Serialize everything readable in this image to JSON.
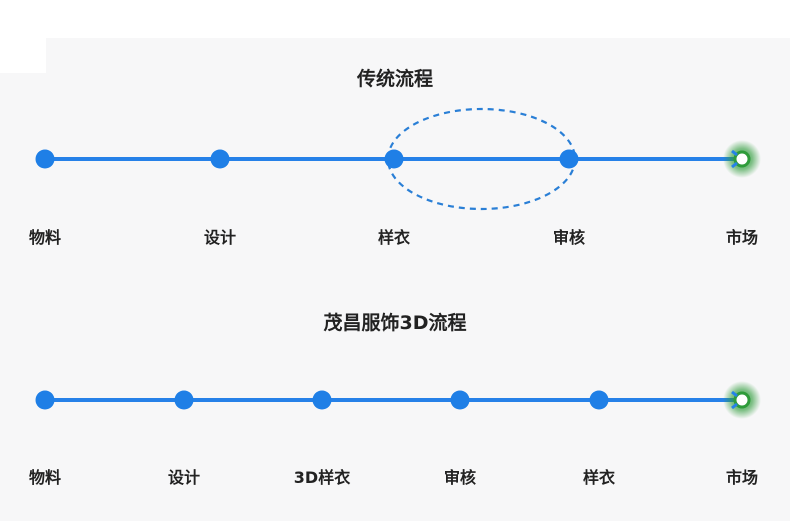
{
  "colors": {
    "line": "#2681e8",
    "node": "#1f7fe6",
    "end_glow": "#2e9b3a",
    "dash": "#2a7fd6"
  },
  "flows": [
    {
      "title": "传统流程",
      "steps": [
        "物料",
        "设计",
        "样衣",
        "审核",
        "市场"
      ],
      "loop_between": [
        2,
        3
      ]
    },
    {
      "title": "茂昌服饰3D流程",
      "steps": [
        "物料",
        "设计",
        "3D样衣",
        "审核",
        "样衣",
        "市场"
      ]
    }
  ]
}
